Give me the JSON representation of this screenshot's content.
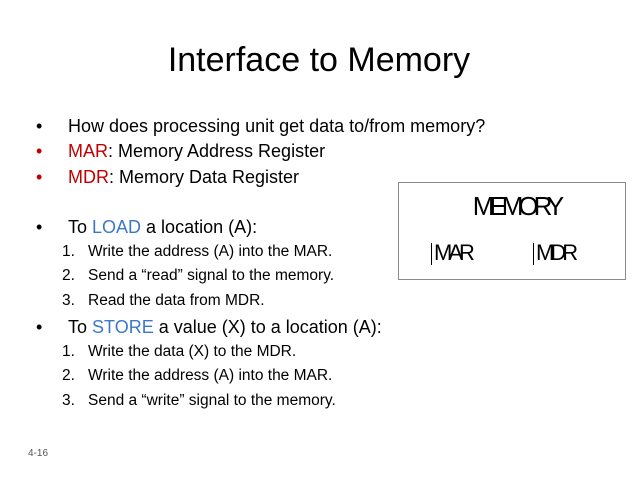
{
  "title": "Interface to Memory",
  "bullets": {
    "symbol": "•",
    "question": "How does processing unit get data to/from memory?",
    "mar_term": "MAR",
    "mar_rest": ": Memory Address Register",
    "mdr_term": "MDR",
    "mdr_rest": ": Memory Data Register",
    "load_pre": "To ",
    "load_kw": "LOAD",
    "load_post": " a location (A):",
    "store_pre": "To ",
    "store_kw": "STORE",
    "store_post": " a value (X) to a location (A):"
  },
  "load_steps": [
    {
      "num": "1.",
      "text": "Write the address (A) into the MAR."
    },
    {
      "num": "2.",
      "text": "Send a “read” signal to the memory."
    },
    {
      "num": "3.",
      "text": "Read the data from MDR."
    }
  ],
  "store_steps": [
    {
      "num": "1.",
      "text": "Write the data (X) to the MDR."
    },
    {
      "num": "2.",
      "text": "Write the address (A) into the MAR."
    },
    {
      "num": "3.",
      "text": "Send a “write” signal to the memory."
    }
  ],
  "diagram": {
    "memory_label": "MEMORY",
    "mar_label": "MAR",
    "mdr_label": "MDR"
  },
  "slide_number": "4-16",
  "colors": {
    "red_term": "#c00000",
    "blue_keyword": "#3c78c8"
  }
}
